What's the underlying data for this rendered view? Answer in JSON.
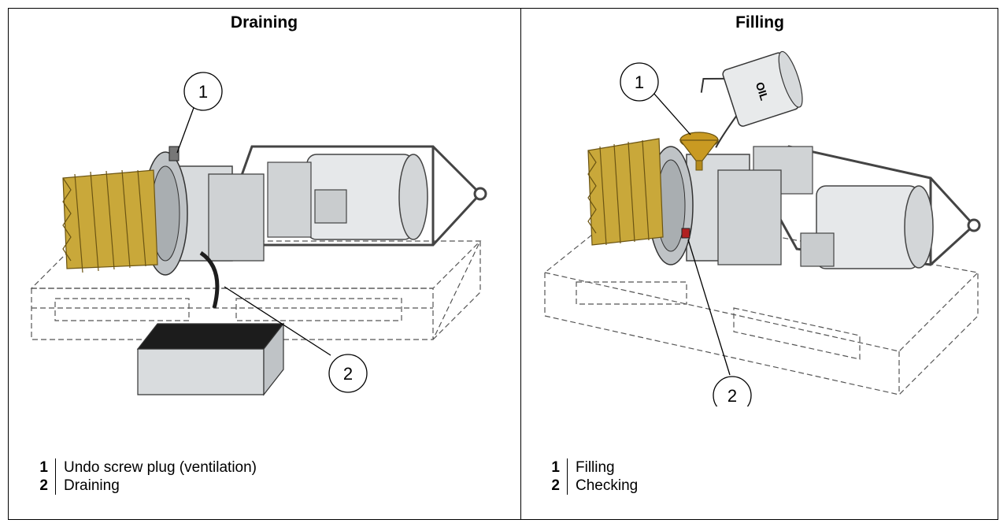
{
  "panels": [
    {
      "title": "Draining",
      "callouts": [
        "1",
        "2"
      ],
      "legend": [
        {
          "num": "1",
          "text": "Undo screw plug (ventilation)"
        },
        {
          "num": "2",
          "text": "Draining"
        }
      ]
    },
    {
      "title": "Filling",
      "callouts": [
        "1",
        "2"
      ],
      "container_label": "OIL",
      "legend": [
        {
          "num": "1",
          "text": "Filling"
        },
        {
          "num": "2",
          "text": "Checking"
        }
      ]
    }
  ],
  "colors": {
    "rotor": "#c9a83a",
    "rotor_dark": "#8a6e17",
    "housing": "#d8dbdd",
    "housing_dark": "#9aa0a4",
    "funnel": "#c99a22",
    "oil": "#1c1c1c"
  }
}
